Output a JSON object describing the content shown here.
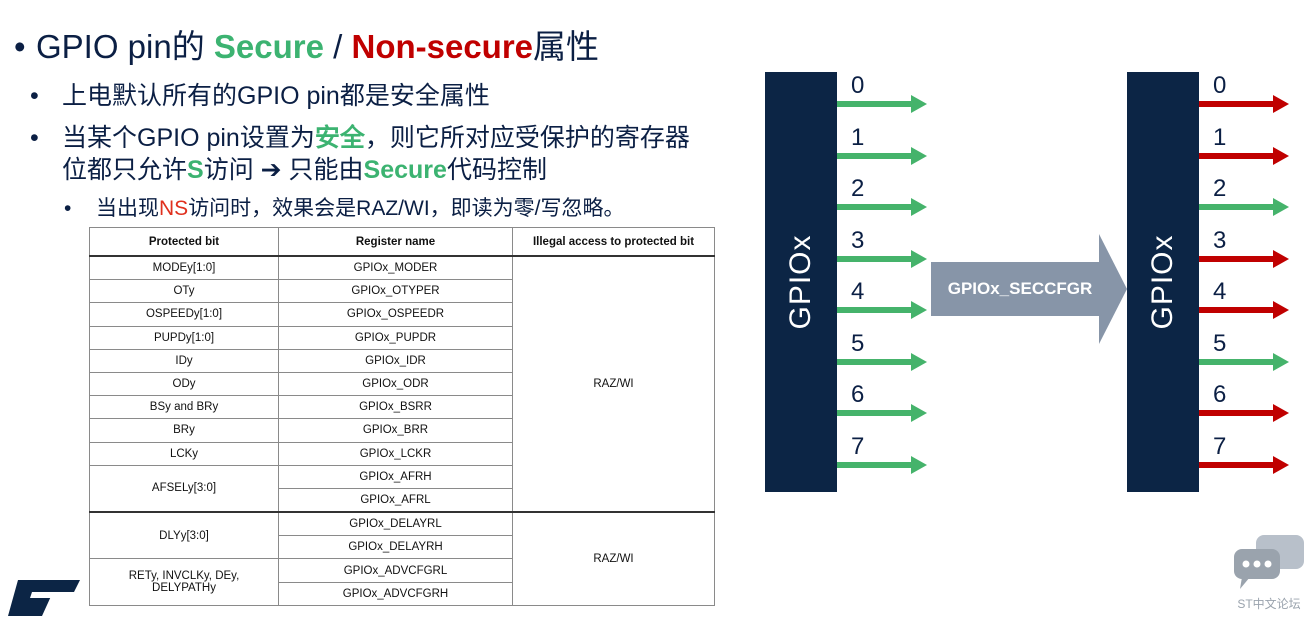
{
  "title": {
    "prefix": "GPIO pin的 ",
    "secure": "Secure",
    "sep": " / ",
    "nonsecure": "Non-secure",
    "suffix": "属性"
  },
  "bullets": {
    "b1": "上电默认所有的GPIO pin都是安全属性",
    "b2_line1_a": "当某个GPIO pin设置为",
    "b2_line1_secure": "安全",
    "b2_line1_b": "，则它所对应受保护的寄存器",
    "b2_line2_a": "位都只允许",
    "b2_line2_s": "S",
    "b2_line2_b": "访问 ➔ 只能由",
    "b2_line2_secure": "Secure",
    "b2_line2_c": "代码控制",
    "sub_a": "当出现",
    "sub_ns": "NS",
    "sub_b": "访问时，效果会是RAZ/WI，即读为零/写忽略。"
  },
  "table": {
    "headers": [
      "Protected bit",
      "Register name",
      "Illegal access to protected bit"
    ],
    "group1": {
      "rows": [
        [
          "MODEy[1:0]",
          "GPIOx_MODER"
        ],
        [
          "OTy",
          "GPIOx_OTYPER"
        ],
        [
          "OSPEEDy[1:0]",
          "GPIOx_OSPEEDR"
        ],
        [
          "PUPDy[1:0]",
          "GPIOx_PUPDR"
        ],
        [
          "IDy",
          "GPIOx_IDR"
        ],
        [
          "ODy",
          "GPIOx_ODR"
        ],
        [
          "BSy and BRy",
          "GPIOx_BSRR"
        ],
        [
          "BRy",
          "GPIOx_BRR"
        ],
        [
          "LCKy",
          "GPIOx_LCKR"
        ]
      ],
      "afsel_bit": "AFSELy[3:0]",
      "afsel_regs": [
        "GPIOx_AFRH",
        "GPIOx_AFRL"
      ],
      "access": "RAZ/WI"
    },
    "group2": {
      "dly_bit": "DLYy[3:0]",
      "dly_regs": [
        "GPIOx_DELAYRL",
        "GPIOx_DELAYRH"
      ],
      "ret_bit_line1": "RETy, INVCLKy, DEy,",
      "ret_bit_line2": "DELYPATHy",
      "ret_regs": [
        "GPIOx_ADVCFGRL",
        "GPIOx_ADVCFGRH"
      ],
      "access": "RAZ/WI"
    }
  },
  "diagram": {
    "left_port_label": "GPIOx",
    "right_port_label": "GPIOx",
    "arrow_label": "GPIOx_SECCFGR",
    "pins": [
      "0",
      "1",
      "2",
      "3",
      "4",
      "5",
      "6",
      "7"
    ],
    "left_pin_colors": [
      "#45b36b",
      "#45b36b",
      "#45b36b",
      "#45b36b",
      "#45b36b",
      "#45b36b",
      "#45b36b",
      "#45b36b"
    ],
    "right_pin_colors": [
      "#c00000",
      "#c00000",
      "#45b36b",
      "#c00000",
      "#c00000",
      "#45b36b",
      "#c00000",
      "#c00000"
    ]
  },
  "colors": {
    "secure": "#3cb371",
    "nonsecure": "#c00000",
    "port": "#0c2545",
    "arrow": "#8795a8"
  },
  "footer": {
    "logo_icon": "st-logo-icon",
    "forum_icon": "chat-bubbles-icon",
    "forum_caption": "ST中文论坛"
  }
}
